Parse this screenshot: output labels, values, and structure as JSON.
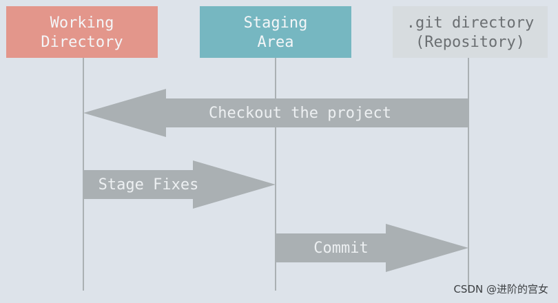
{
  "diagram": {
    "background_color": "#dde3ea",
    "lifeline_color": "#aab0b3",
    "columns": [
      {
        "id": "working",
        "label_lines": [
          "Working",
          "Directory"
        ],
        "fill": "#e3968b",
        "text_color": "#f4f6f8"
      },
      {
        "id": "staging",
        "label_lines": [
          "Staging",
          "Area"
        ],
        "fill": "#76b7c1",
        "text_color": "#f4f6f8"
      },
      {
        "id": "repo",
        "label_lines": [
          ".git directory",
          "(Repository)"
        ],
        "fill": "#d7dcdf",
        "text_color": "#6b6f72"
      }
    ],
    "arrows": [
      {
        "label": "Checkout the project",
        "from": "repo",
        "to": "working",
        "fill": "#aab0b3"
      },
      {
        "label": "Stage Fixes",
        "from": "working",
        "to": "staging",
        "fill": "#aab0b3"
      },
      {
        "label": "Commit",
        "from": "staging",
        "to": "repo",
        "fill": "#aab0b3"
      }
    ]
  },
  "watermark": "CSDN @进阶的宫女"
}
